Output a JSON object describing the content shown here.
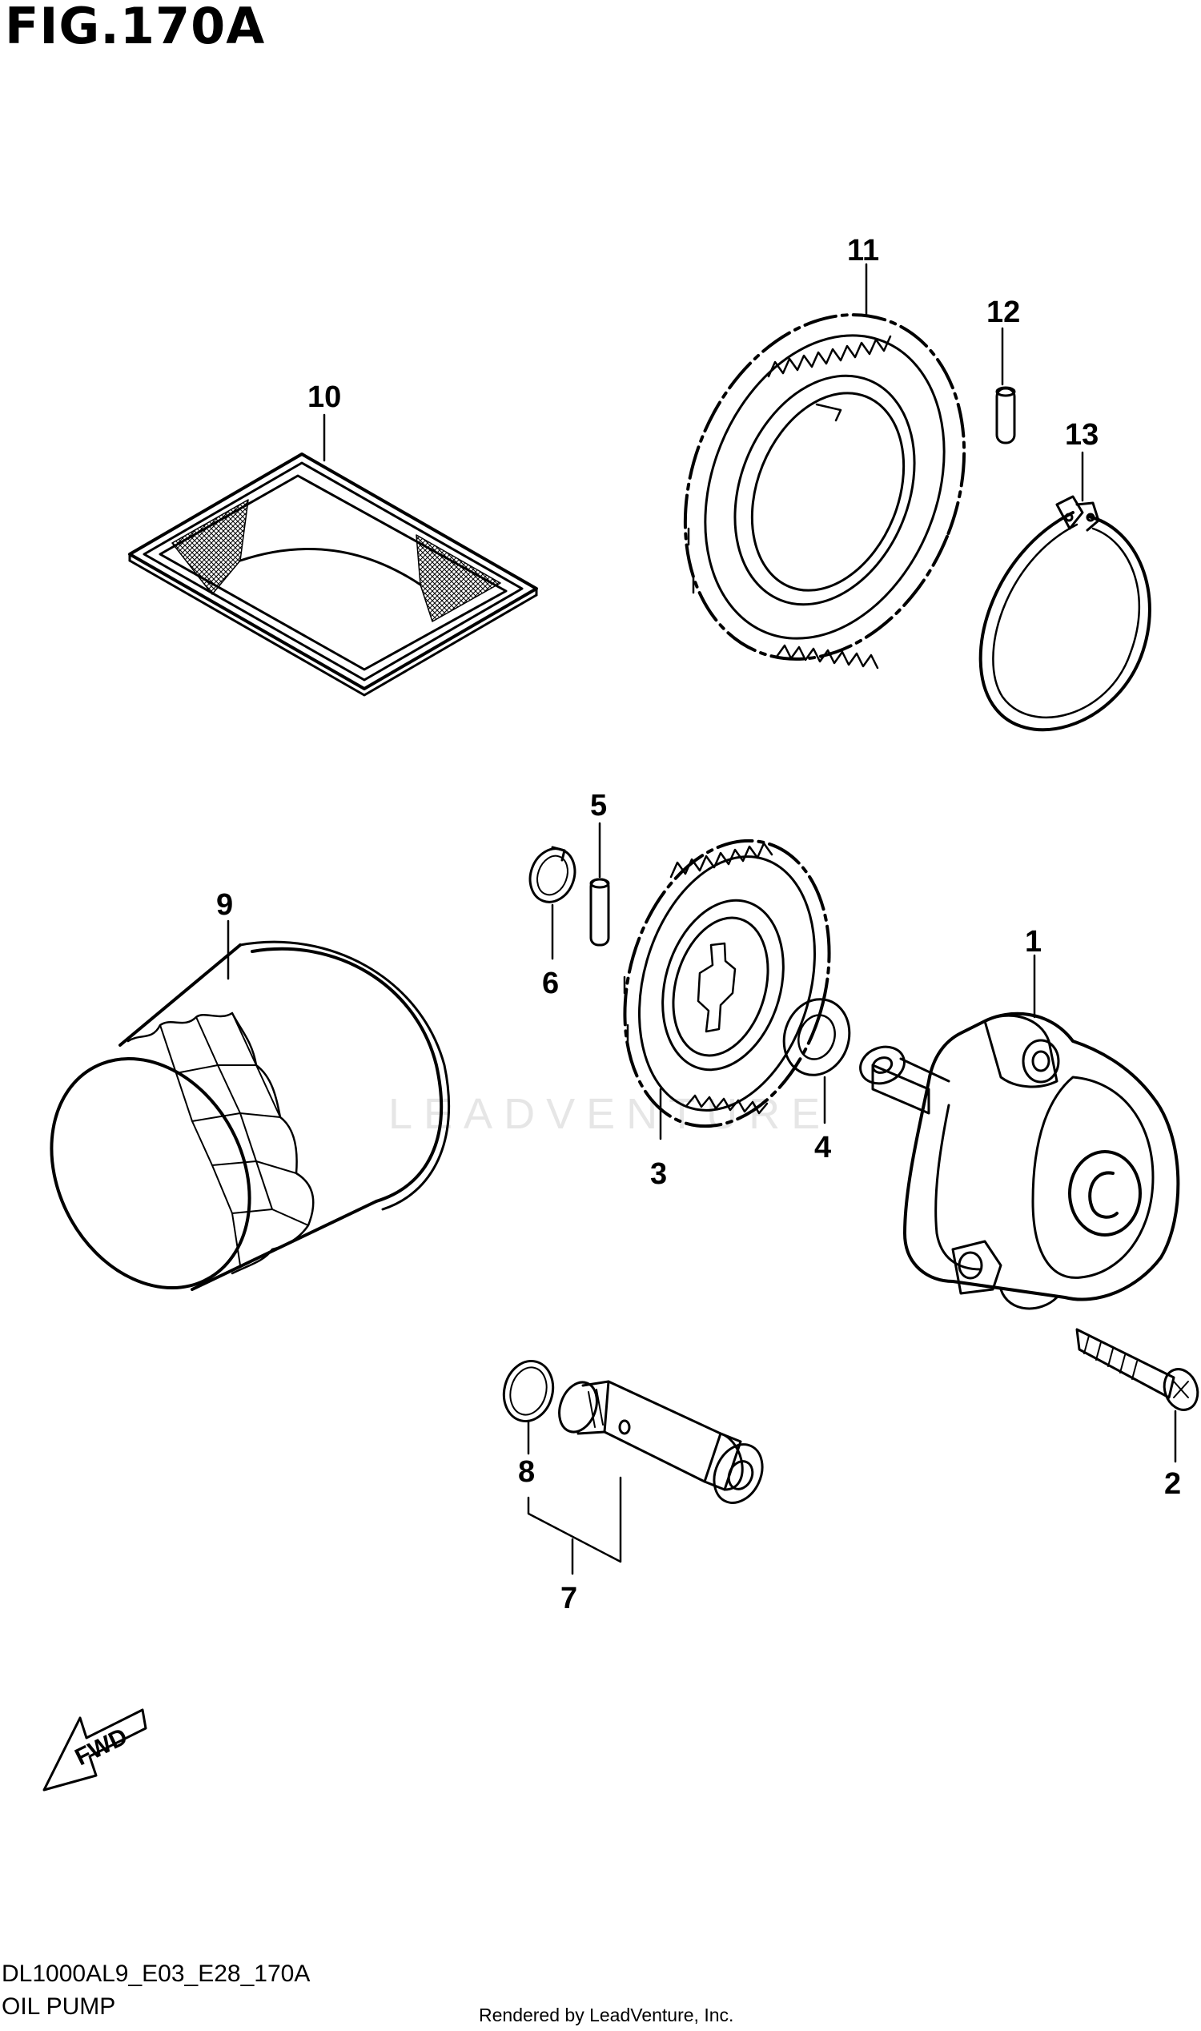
{
  "figure": {
    "title": "FIG.170A",
    "model_code": "DL1000AL9_E03_E28_170A",
    "section_name": "OIL PUMP",
    "rendered_by": "Rendered by LeadVenture, Inc.",
    "watermark": "LEADVENTURE",
    "fwd_label": "FWD"
  },
  "callouts": {
    "c1": "1",
    "c2": "2",
    "c3": "3",
    "c4": "4",
    "c5": "5",
    "c6": "6",
    "c7": "7",
    "c8": "8",
    "c9": "9",
    "c10": "10",
    "c11": "11",
    "c12": "12",
    "c13": "13"
  }
}
